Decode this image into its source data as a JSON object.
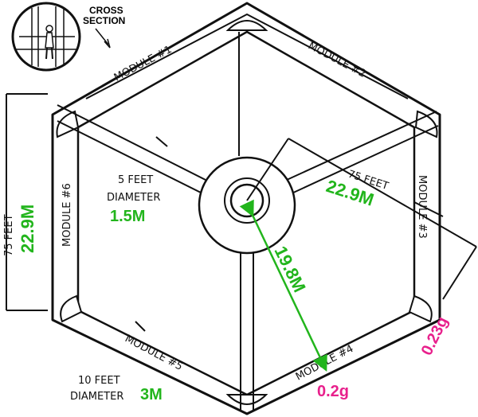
{
  "inset": {
    "title_line1": "CROSS",
    "title_line2": "SECTION"
  },
  "modules": {
    "m1": "MODULE #1",
    "m2": "MODULE #2",
    "m3": "MODULE #3",
    "m4": "MODULE #4",
    "m5": "MODULE #5",
    "m6": "MODULE #6"
  },
  "dimensions": {
    "left_height_feet": "75 FEET",
    "left_height_metric": "22.9M",
    "right_radius_feet": "75 FEET",
    "right_radius_metric": "22.9M",
    "spoke_diameter_line1": "5 FEET",
    "spoke_diameter_line2": "DIAMETER",
    "spoke_diameter_metric": "1.5M",
    "ring_diameter_line1": "10 FEET",
    "ring_diameter_line2": "DIAMETER",
    "ring_diameter_metric": "3M",
    "center_to_module": "19.8M",
    "gravity_module": "0.2g",
    "gravity_outer": "0.23g"
  },
  "colors": {
    "metric": "#22b51c",
    "gravity": "#e8208c",
    "ink": "#111111"
  }
}
